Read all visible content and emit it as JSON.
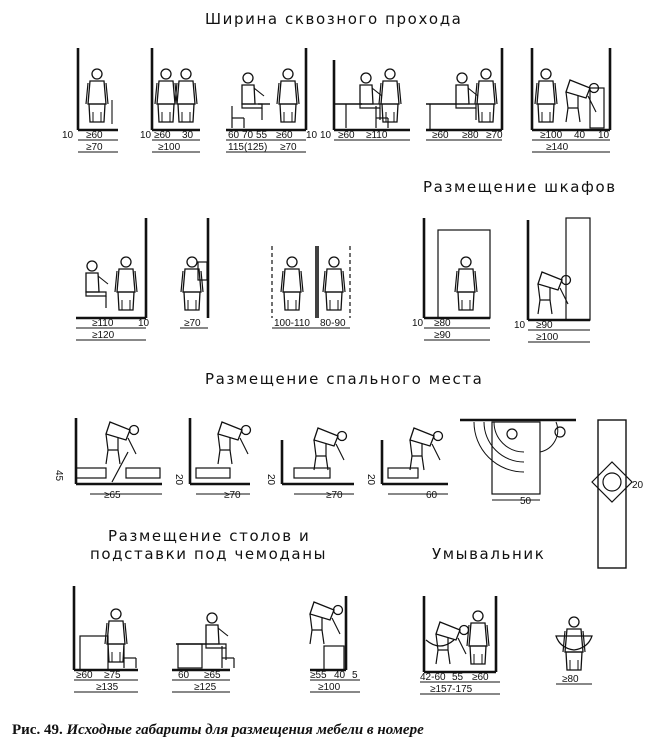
{
  "headings": {
    "passage": "Ширина сквозного прохода",
    "wardrobes": "Размещение шкафов",
    "sleeping": "Размещение спального места",
    "tables_line1": "Размещение столов и",
    "tables_line2": "подставки под чемоданы",
    "washbasin": "Умывальник"
  },
  "caption": {
    "label": "Рис. 49.",
    "text": "Исходные габариты для размещения мебели в номере"
  },
  "dimensions": {
    "row1": [
      "10",
      "≥60",
      "≥70",
      "10",
      "≥60",
      "30",
      "≥100",
      "60",
      "70",
      "55",
      "≥60",
      "10",
      "115(125)",
      "≥70",
      "10",
      "≥60",
      "≥110",
      "≥60",
      "≥80",
      "≥70",
      "≥100",
      "40",
      "10",
      "≥140"
    ],
    "row2": [
      "≥110",
      "10",
      "≥120",
      "≥70",
      "100-110",
      "80-90",
      "10",
      "≥80",
      "≥90",
      "10",
      "≥90",
      "≥100"
    ],
    "row3": [
      "45",
      "≥65",
      "20",
      "≥70",
      "20",
      "≥70",
      "20",
      "60",
      "50",
      "20"
    ],
    "row4": [
      "≥60",
      "≥75",
      "≥135",
      "60",
      "≥65",
      "≥125",
      "≥55",
      "40",
      "5",
      "≥100",
      "42-60",
      "55",
      "≥60",
      "≥157-175",
      "≥80"
    ]
  }
}
